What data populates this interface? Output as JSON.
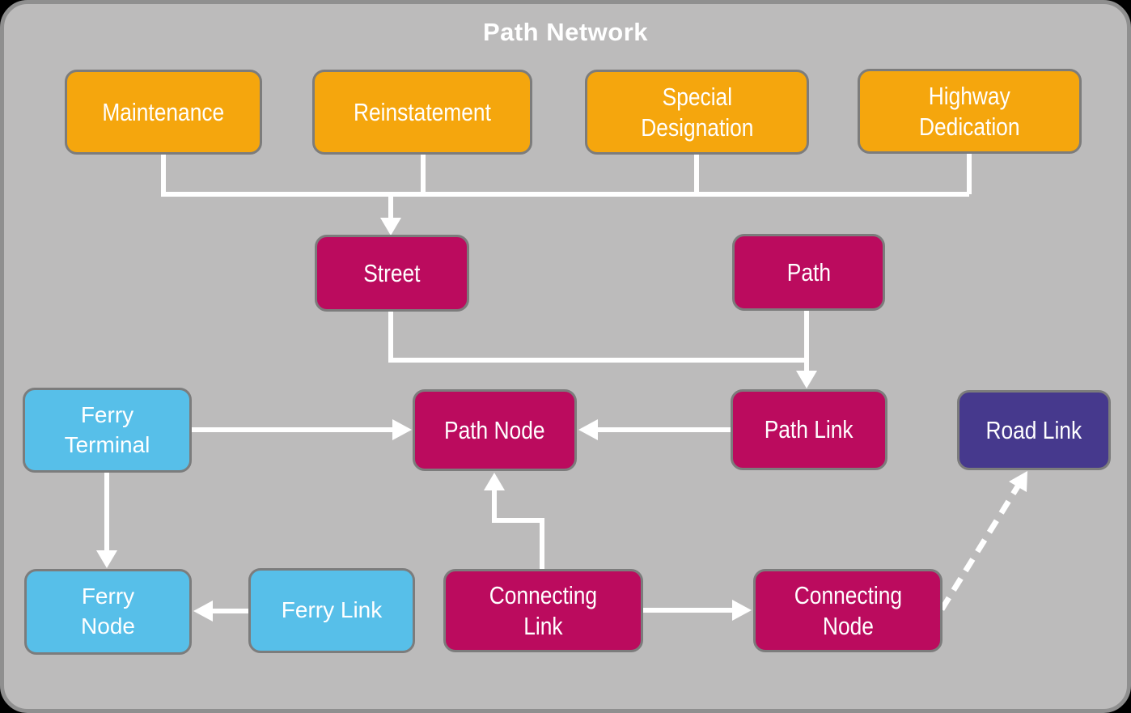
{
  "title": "Path Network",
  "colors": {
    "panel_background": "#BCBBBB",
    "panel_border": "#8F8F8F",
    "node_border": "#7C7C7C",
    "orange": "#F5A60D",
    "magenta": "#BB0B5E",
    "blue": "#57BFE9",
    "purple": "#46398D",
    "connector": "#FFFFFF",
    "text": "#FFFFFF"
  },
  "nodes": [
    {
      "id": "maintenance",
      "label": "Maintenance",
      "type": "orange"
    },
    {
      "id": "reinstatement",
      "label": "Reinstatement",
      "type": "orange"
    },
    {
      "id": "special-designation",
      "label": "Special\nDesignation",
      "type": "orange"
    },
    {
      "id": "highway-dedication",
      "label": "Highway\nDedication",
      "type": "orange"
    },
    {
      "id": "street",
      "label": "Street",
      "type": "magenta"
    },
    {
      "id": "path",
      "label": "Path",
      "type": "magenta"
    },
    {
      "id": "ferry-terminal",
      "label": "Ferry\nTerminal",
      "type": "blue"
    },
    {
      "id": "path-node",
      "label": "Path Node",
      "type": "magenta"
    },
    {
      "id": "path-link",
      "label": "Path Link",
      "type": "magenta"
    },
    {
      "id": "road-link",
      "label": "Road Link",
      "type": "purple"
    },
    {
      "id": "ferry-node",
      "label": "Ferry\nNode",
      "type": "blue"
    },
    {
      "id": "ferry-link",
      "label": "Ferry Link",
      "type": "blue"
    },
    {
      "id": "connecting-link",
      "label": "Connecting\nLink",
      "type": "magenta"
    },
    {
      "id": "connecting-node",
      "label": "Connecting\nNode",
      "type": "magenta"
    }
  ],
  "edges": [
    {
      "from": "Maintenance",
      "to": "Street",
      "style": "solid"
    },
    {
      "from": "Reinstatement",
      "to": "Street",
      "style": "solid"
    },
    {
      "from": "Special Designation",
      "to": "Street",
      "style": "solid"
    },
    {
      "from": "Highway Dedication",
      "to": "Street",
      "style": "solid"
    },
    {
      "from": "Street",
      "to": "Path Link",
      "style": "solid"
    },
    {
      "from": "Path",
      "to": "Path Link",
      "style": "solid"
    },
    {
      "from": "Ferry Terminal",
      "to": "Path Node",
      "style": "solid"
    },
    {
      "from": "Path Link",
      "to": "Path Node",
      "style": "solid"
    },
    {
      "from": "Ferry Terminal",
      "to": "Ferry Node",
      "style": "solid"
    },
    {
      "from": "Ferry Link",
      "to": "Ferry Node",
      "style": "solid"
    },
    {
      "from": "Connecting Link",
      "to": "Path Node",
      "style": "solid"
    },
    {
      "from": "Connecting Link",
      "to": "Connecting Node",
      "style": "solid"
    },
    {
      "from": "Connecting Node",
      "to": "Road Link",
      "style": "dashed"
    }
  ]
}
